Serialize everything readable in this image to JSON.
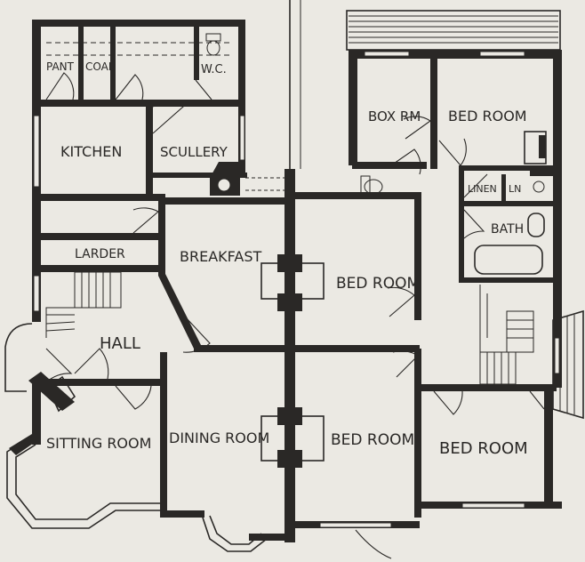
{
  "rooms": {
    "pantry": "PANT",
    "coal": "COAL",
    "wc": "W.C.",
    "kitchen": "KITCHEN",
    "scullery": "SCULLERY",
    "larder": "LARDER",
    "breakfast": "BREAKFAST",
    "hall": "HALL",
    "sitting_room": "SITTING ROOM",
    "dining_room": "DINING ROOM",
    "box_room": "BOX RM",
    "bed_room_top": "BED ROOM",
    "linen": "LINEN",
    "linen_2": "LN",
    "bath": "BATH",
    "bed_room_middle": "BED ROOM",
    "bed_room_lower": "BED ROOM",
    "bed_room_right": "BED ROOM"
  }
}
